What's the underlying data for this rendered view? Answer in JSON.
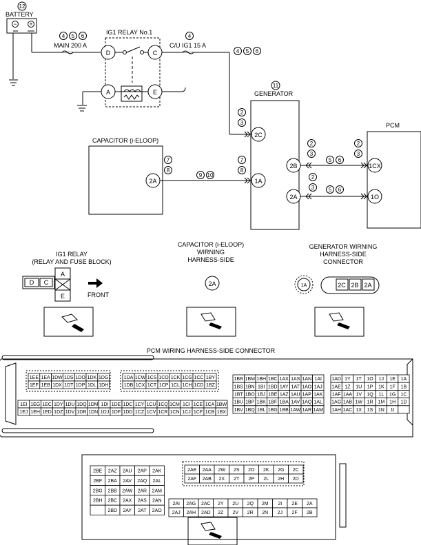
{
  "battery": {
    "number": "12",
    "label": "BATTERY",
    "minus": "−",
    "plus": "+"
  },
  "main_fuse": {
    "circles": [
      "4",
      "5",
      "6"
    ],
    "label": "MAIN 200 A"
  },
  "ig1_relay": {
    "title": "IG1 RELAY No.1",
    "terminals": [
      "D",
      "C",
      "A",
      "E"
    ]
  },
  "cu_fuse": {
    "circle": "4",
    "label": "C/U IG1 15 A",
    "circles_after": [
      "4",
      "5",
      "6"
    ]
  },
  "generator": {
    "number": "11",
    "label": "GENERATOR",
    "terminals": [
      "2C",
      "1A",
      "2B",
      "2A"
    ],
    "circles_2c": [
      "2",
      "3"
    ],
    "circles_1a": [
      "7",
      "8"
    ]
  },
  "capacitor": {
    "label": "CAPACITOR (i-ELOOP)",
    "terminal": "2A",
    "circles_term": [
      "7",
      "8"
    ],
    "circles_wire": [
      "9",
      "10"
    ]
  },
  "pcm": {
    "label": "PCM",
    "terminals": [
      "1CX",
      "1O"
    ],
    "circles_top_gen": [
      "2",
      "3"
    ],
    "circles_top_mid": [
      "5",
      "6"
    ],
    "circles_top_pcm": [
      "2",
      "3"
    ],
    "circles_bot_gen": [
      "2",
      "3"
    ],
    "circles_bot_mid": [
      "5",
      "6"
    ]
  },
  "legend": {
    "ig1_relay_label": "IG1 RELAY\n(RELAY AND FUSE BLOCK)",
    "ig1_cells": [
      "D",
      "C",
      "A",
      "E"
    ],
    "front": "FRONT",
    "capacitor_label": "CAPACITOR (i-ELOOP)\nWIRNING\nHARNESS-SIDE",
    "capacitor_pin": "2A",
    "generator_label": "GENERATOR WIRNING\nHARNESS-SIDE\nCONNECTOR",
    "generator_pin": "1A",
    "generator_pins": [
      "2C",
      "2B",
      "2A"
    ]
  },
  "pcm_connector": {
    "title": "PCM WIRING HARNESS-SIDE CONNECTOR",
    "blockA_top": [
      [
        "1EE",
        "1EA",
        "1DW",
        "1DS",
        "1DO",
        "1DK",
        "1DG"
      ],
      [
        "1EF",
        "1EB",
        "1DX",
        "1DT",
        "1DP",
        "1DL",
        "1DH"
      ]
    ],
    "blockA_bot": [
      [
        "1EI",
        "1EG",
        "1EC",
        "1DY",
        "1DU",
        "1DQ",
        "1DM",
        "1DI"
      ],
      [
        "1EJ",
        "1EH",
        "1ED",
        "1DZ",
        "1DV",
        "1DR",
        "1DN",
        "1DJ"
      ]
    ],
    "blockB_top": [
      [
        "1DA",
        "1CW",
        "1CS",
        "1CO",
        "1CK",
        "1CG",
        "1CC",
        "1BY"
      ],
      [
        "1DB",
        "1CX",
        "1CT",
        "1CP",
        "1CL",
        "1CH",
        "1CD",
        "1BZ"
      ]
    ],
    "blockB_bot": [
      [
        "1DE",
        "1DC",
        "1CY",
        "1CU",
        "1CQ",
        "1CM",
        "1CI",
        "1CE",
        "1CA",
        "1BW"
      ],
      [
        "1DF",
        "1DD",
        "1CZ",
        "1CV",
        "1CR",
        "1CN",
        "1CJ",
        "1CF",
        "1CB",
        "1BX"
      ]
    ],
    "blockC": [
      [
        "1BR",
        "1BM",
        "1BH",
        "1BC",
        "1AX",
        "1AS",
        "1AN",
        "1AI"
      ],
      [
        "1BS",
        "1BN",
        "1BI",
        "1BD",
        "1AY",
        "1AT",
        "1AO",
        "1AJ"
      ],
      [
        "1BT",
        "1BO",
        "1BJ",
        "1BE",
        "1AZ",
        "1AU",
        "1AP",
        "1AK"
      ],
      [
        "1BU",
        "1BP",
        "1BK",
        "1BF",
        "1BA",
        "1AV",
        "1AQ",
        "1AL"
      ],
      [
        "1BV",
        "1BQ",
        "1BL",
        "1BG",
        "1BB",
        "1AW",
        "1AR",
        "1AM"
      ]
    ],
    "blockD": [
      [
        "1AD",
        "1Y",
        "1T",
        "1O",
        "1J",
        "1E",
        "1A"
      ],
      [
        "1AE",
        "1Z",
        "1U",
        "1P",
        "1K",
        "1F",
        "1B"
      ],
      [
        "1AF",
        "1AA",
        "1V",
        "1Q",
        "1L",
        "1G",
        "1C"
      ],
      [
        "1AG",
        "1AB",
        "1W",
        "1R",
        "1M",
        "1H",
        "1D"
      ],
      [
        "1AH",
        "1AC",
        "1X",
        "1S",
        "1N",
        "1I",
        ""
      ]
    ],
    "blockE": [
      [
        "2BE",
        "2AZ",
        "2AU",
        "2AP",
        "2AK"
      ],
      [
        "2BF",
        "2BA",
        "2AV",
        "2AQ",
        "2AL"
      ],
      [
        "2BG",
        "2BB",
        "2AW",
        "2AR",
        "2AM"
      ],
      [
        "2BH",
        "2BC",
        "2AX",
        "2AS",
        "2AN"
      ],
      [
        "",
        "2BD",
        "2AY",
        "2AT",
        "2AO"
      ]
    ],
    "blockF_top": [
      [
        "2AE",
        "2AA",
        "2W",
        "2S",
        "2O",
        "2K",
        "2G",
        "2C"
      ],
      [
        "2AF",
        "2AB",
        "2X",
        "2T",
        "2P",
        "2L",
        "2H",
        "2D"
      ]
    ],
    "blockF_bot": [
      [
        "2AI",
        "2AG",
        "2AC",
        "2Y",
        "2U",
        "2Q",
        "2M",
        "2I",
        "2E",
        "2A"
      ],
      [
        "2AJ",
        "2AH",
        "2AD",
        "2Z",
        "2V",
        "2R",
        "2N",
        "2J",
        "2F",
        "2B"
      ]
    ]
  }
}
